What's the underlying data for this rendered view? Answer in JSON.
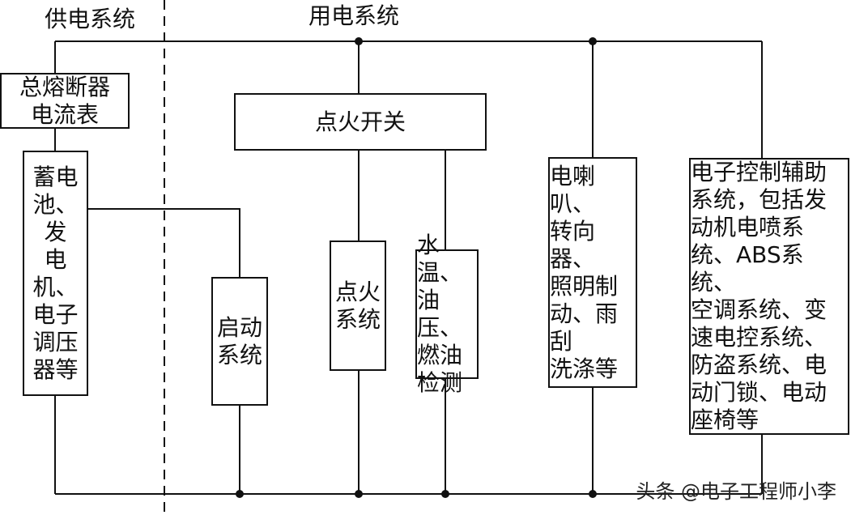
{
  "diagram": {
    "region_labels": {
      "supply": "供电系统",
      "consume": "用电系统"
    },
    "boxes": {
      "fuse_meter": "总熔断器\n电流表",
      "battery_generator": "蓄电\n池、发\n电机、\n电子\n调压\n器等",
      "ignition_switch": "点火开关",
      "starter": "启动\n系统",
      "ignition_system": "点火\n系统",
      "gauges": "水温、\n油压、\n燃油\n检测",
      "horn_lighting": "电喇叭、\n转向器、\n照明制\n动、雨刮\n洗涤等",
      "electronic_aux": "电子控制辅助\n系统，包括发\n动机电喷系\n统、ABS系统、\n空调系统、变\n速电控系统、\n防盗系统、电\n动门锁、电动\n座椅等"
    },
    "watermark": "头条 @电子工程师小李"
  }
}
